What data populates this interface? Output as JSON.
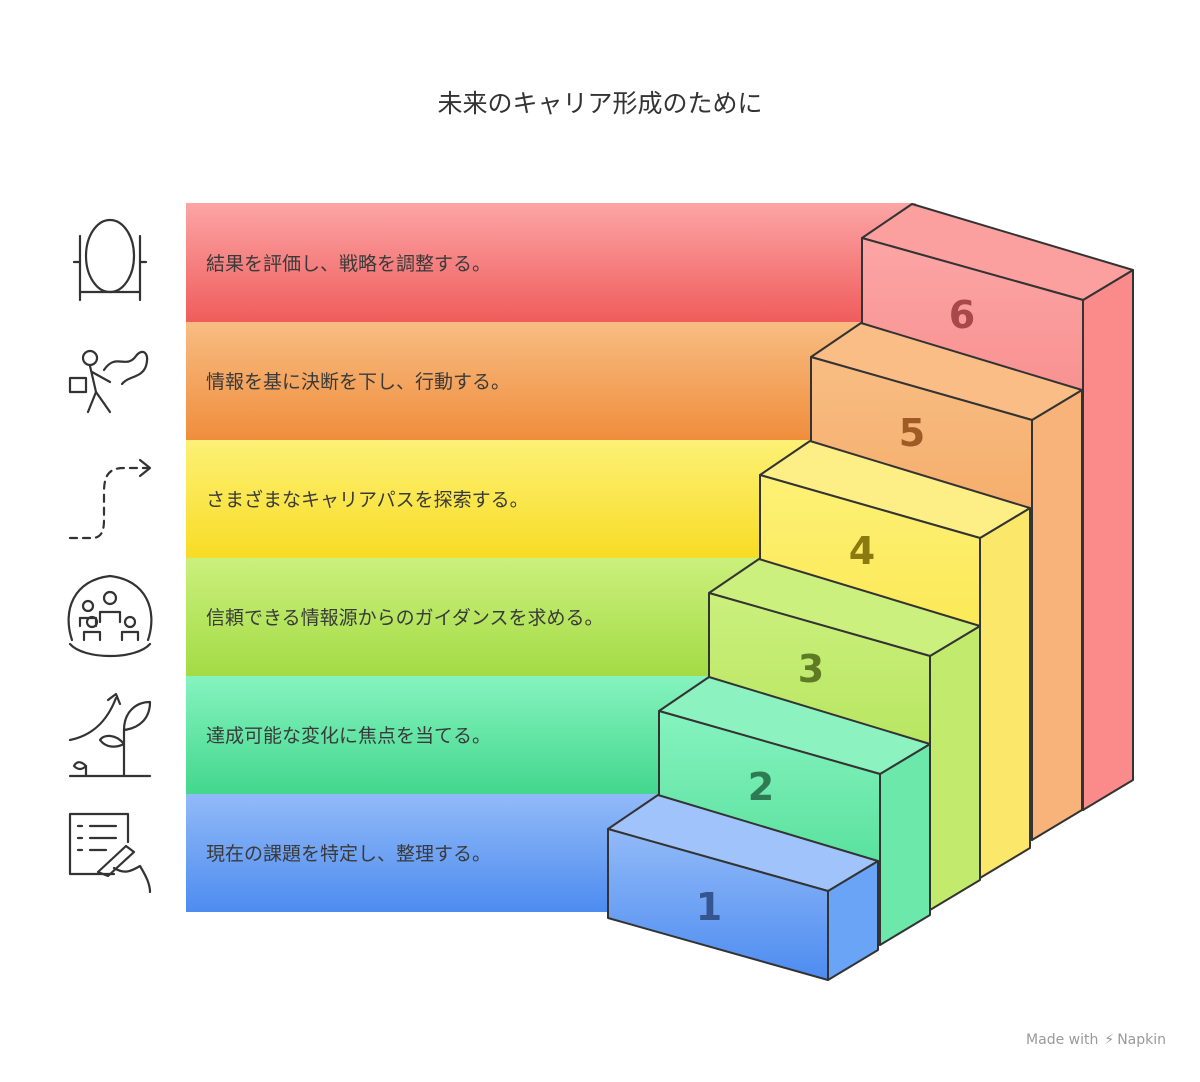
{
  "title": "未来のキャリア形成のために",
  "steps": [
    {
      "number": "1",
      "text": "現在の課題を特定し、整理する。",
      "icon": "checklist-writing-hand-icon",
      "color": "#5a94f0"
    },
    {
      "number": "2",
      "text": "達成可能な変化に焦点を当てる。",
      "icon": "growing-plant-arrow-icon",
      "color": "#52df9a"
    },
    {
      "number": "3",
      "text": "信頼できる情報源からのガイダンスを求める。",
      "icon": "people-group-icon",
      "color": "#b2e555"
    },
    {
      "number": "4",
      "text": "さまざまなキャリアパスを探索する。",
      "icon": "dashed-path-arrow-icon",
      "color": "#fbe43a"
    },
    {
      "number": "5",
      "text": "情報を基に決断を下し、行動する。",
      "icon": "person-running-path-icon",
      "color": "#f49c4e"
    },
    {
      "number": "6",
      "text": "結果を評価し、戦略を調整する。",
      "icon": "mirror-reflection-icon",
      "color": "#f2605e"
    }
  ],
  "footer": {
    "made_with": "Made with",
    "brand": "Napkin"
  }
}
